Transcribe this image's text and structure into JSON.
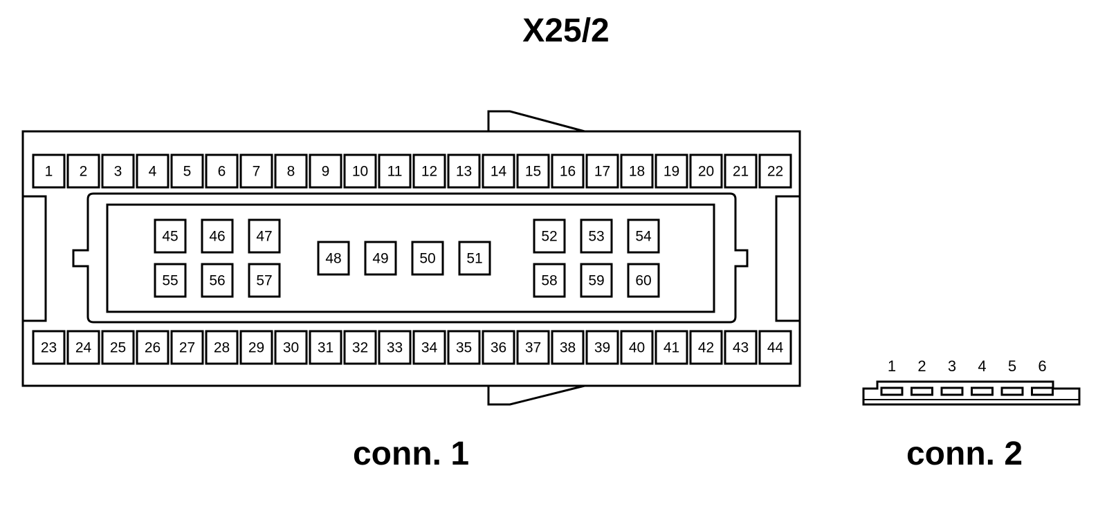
{
  "title": "X25/2",
  "connector1": {
    "caption": "conn. 1",
    "top_row": [
      "1",
      "2",
      "3",
      "4",
      "5",
      "6",
      "7",
      "8",
      "9",
      "10",
      "11",
      "12",
      "13",
      "14",
      "15",
      "16",
      "17",
      "18",
      "19",
      "20",
      "21",
      "22"
    ],
    "bottom_row": [
      "23",
      "24",
      "25",
      "26",
      "27",
      "28",
      "29",
      "30",
      "31",
      "32",
      "33",
      "34",
      "35",
      "36",
      "37",
      "38",
      "39",
      "40",
      "41",
      "42",
      "43",
      "44"
    ],
    "inner_left_upper": [
      "45",
      "46",
      "47"
    ],
    "inner_left_lower": [
      "55",
      "56",
      "57"
    ],
    "inner_middle": [
      "48",
      "49",
      "50",
      "51"
    ],
    "inner_right_upper": [
      "52",
      "53",
      "54"
    ],
    "inner_right_lower": [
      "58",
      "59",
      "60"
    ]
  },
  "connector2": {
    "caption": "conn. 2",
    "pins": [
      "1",
      "2",
      "3",
      "4",
      "5",
      "6"
    ]
  }
}
